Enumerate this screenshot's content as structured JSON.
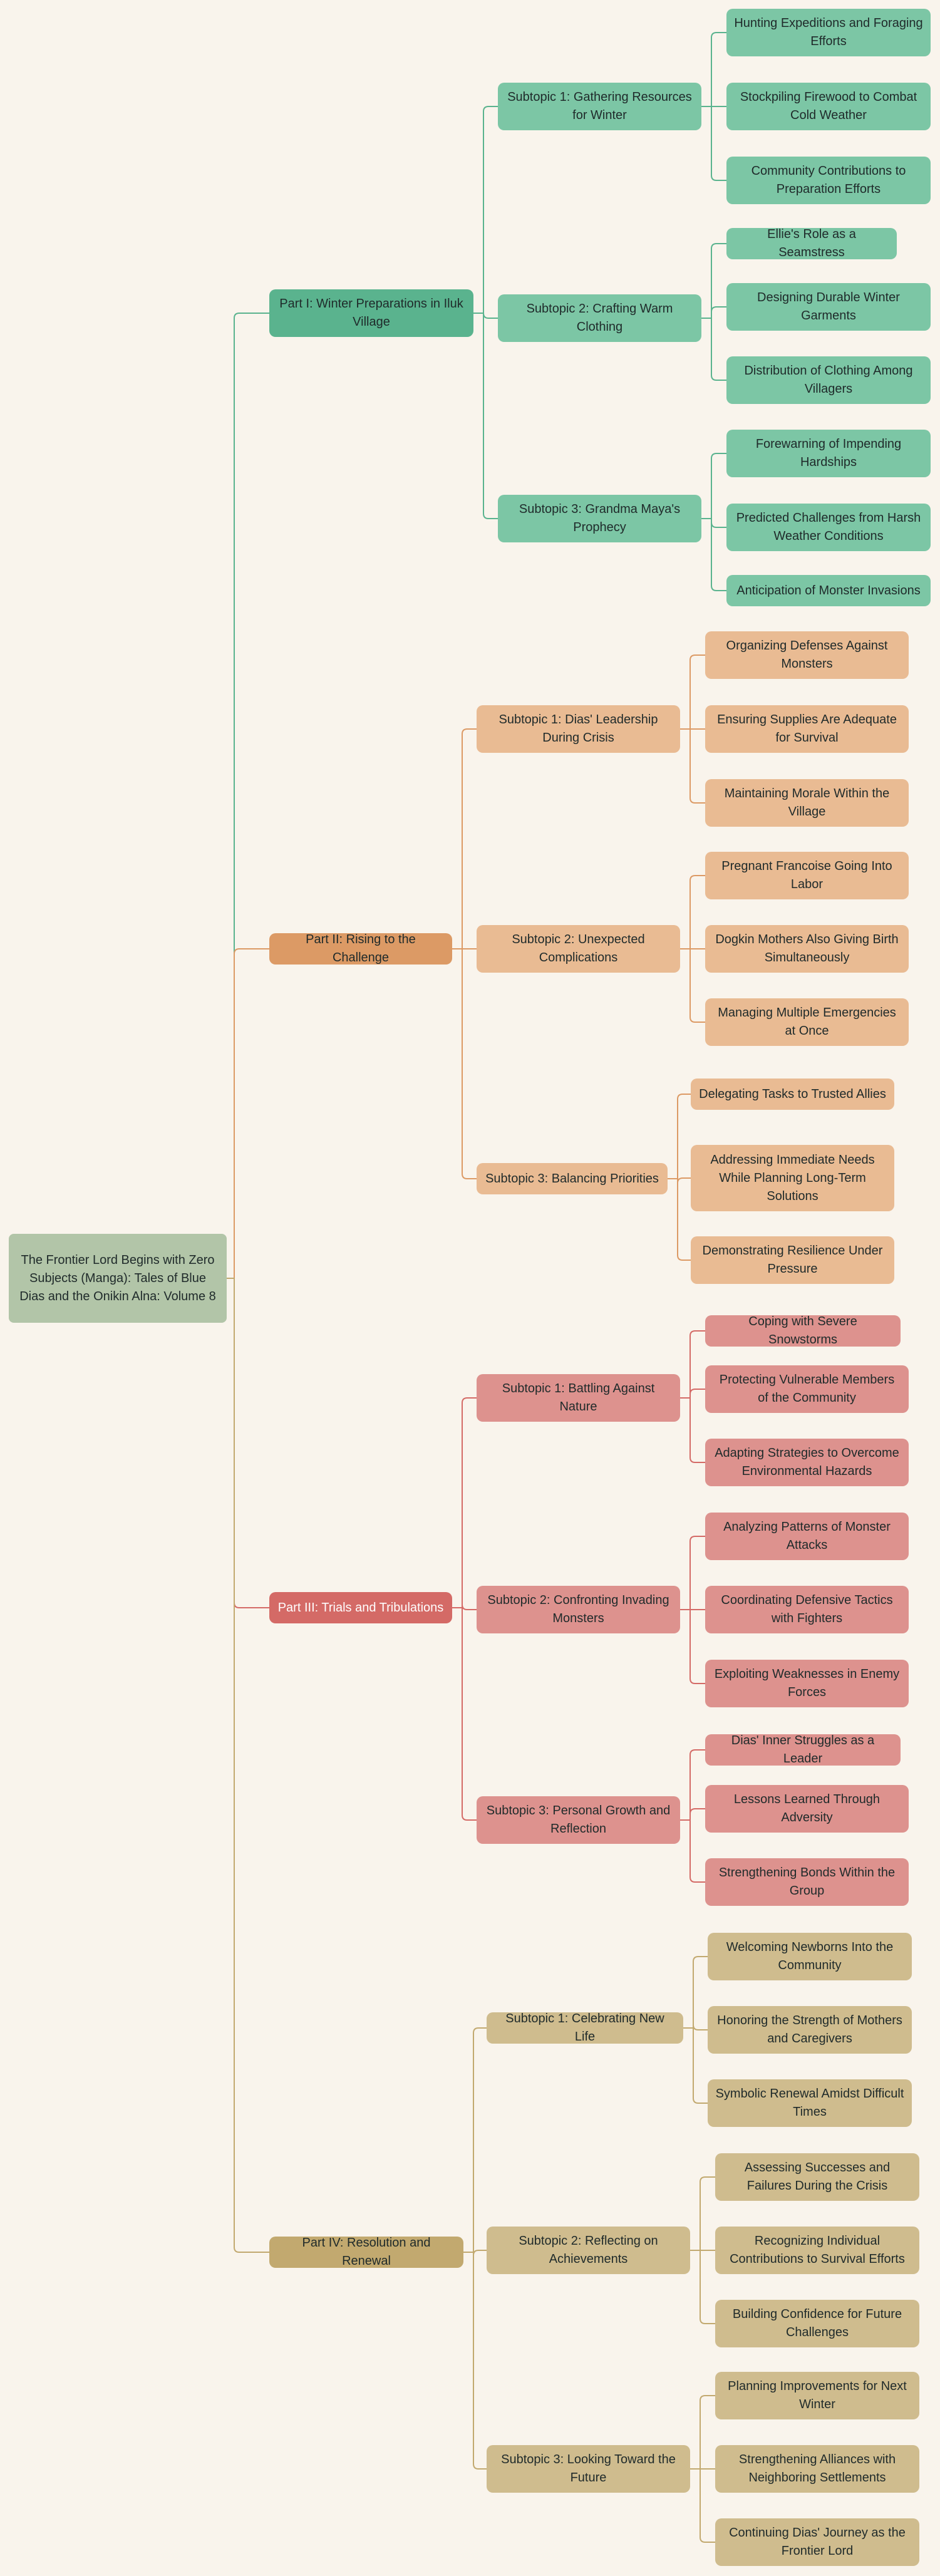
{
  "root": "The Frontier Lord Begins with Zero Subjects (Manga): Tales of Blue Dias and the Onikin Alna: Volume 8",
  "parts": [
    {
      "label": "Part I: Winter Preparations in Iluk Village",
      "colors": {
        "part": "#5ab38e",
        "sub": "#7cc6a5",
        "leaf": "#7cc6a5",
        "line": "#5ab38e",
        "partText": "#1f2a2a"
      },
      "subtopics": [
        {
          "label": "Subtopic 1: Gathering Resources for Winter",
          "items": [
            "Hunting Expeditions and Foraging Efforts",
            "Stockpiling Firewood to Combat Cold Weather",
            "Community Contributions to Preparation Efforts"
          ]
        },
        {
          "label": "Subtopic 2: Crafting Warm Clothing",
          "items": [
            "Ellie's Role as a Seamstress",
            "Designing Durable Winter Garments",
            "Distribution of Clothing Among Villagers"
          ]
        },
        {
          "label": "Subtopic 3: Grandma Maya's Prophecy",
          "items": [
            "Forewarning of Impending Hardships",
            "Predicted Challenges from Harsh Weather Conditions",
            "Anticipation of Monster Invasions"
          ]
        }
      ]
    },
    {
      "label": "Part II: Rising to the Challenge",
      "colors": {
        "part": "#dc9a65",
        "sub": "#e9bb93",
        "leaf": "#e9bb93",
        "line": "#dc9a65",
        "partText": "#1f2a2a"
      },
      "subtopics": [
        {
          "label": "Subtopic 1: Dias' Leadership During Crisis",
          "items": [
            "Organizing Defenses Against Monsters",
            "Ensuring Supplies Are Adequate for Survival",
            "Maintaining Morale Within the Village"
          ]
        },
        {
          "label": "Subtopic 2: Unexpected Complications",
          "items": [
            "Pregnant Francoise Going Into Labor",
            "Dogkin Mothers Also Giving Birth Simultaneously",
            "Managing Multiple Emergencies at Once"
          ]
        },
        {
          "label": "Subtopic 3: Balancing Priorities",
          "items": [
            "Delegating Tasks to Trusted Allies",
            "Addressing Immediate Needs While Planning Long-Term Solutions",
            "Demonstrating Resilience Under Pressure"
          ]
        }
      ]
    },
    {
      "label": "Part III: Trials and Tribulations",
      "colors": {
        "part": "#d46a66",
        "sub": "#dd928e",
        "leaf": "#dd928e",
        "line": "#d46a66",
        "partText": "#ffffff"
      },
      "subtopics": [
        {
          "label": "Subtopic 1: Battling Against Nature",
          "items": [
            "Coping with Severe Snowstorms",
            "Protecting Vulnerable Members of the Community",
            "Adapting Strategies to Overcome Environmental Hazards"
          ]
        },
        {
          "label": "Subtopic 2: Confronting Invading Monsters",
          "items": [
            "Analyzing Patterns of Monster Attacks",
            "Coordinating Defensive Tactics with Fighters",
            "Exploiting Weaknesses in Enemy Forces"
          ]
        },
        {
          "label": "Subtopic 3: Personal Growth and Reflection",
          "items": [
            "Dias' Inner Struggles as a Leader",
            "Lessons Learned Through Adversity",
            "Strengthening Bonds Within the Group"
          ]
        }
      ]
    },
    {
      "label": "Part IV: Resolution and Renewal",
      "colors": {
        "part": "#c2a96f",
        "sub": "#cfbc8e",
        "leaf": "#cfbc8e",
        "line": "#c2a96f",
        "partText": "#1f2a2a"
      },
      "subtopics": [
        {
          "label": "Subtopic 1: Celebrating New Life",
          "items": [
            "Welcoming Newborns Into the Community",
            "Honoring the Strength of Mothers and Caregivers",
            "Symbolic Renewal Amidst Difficult Times"
          ]
        },
        {
          "label": "Subtopic 2: Reflecting on Achievements",
          "items": [
            "Assessing Successes and Failures During the Crisis",
            "Recognizing Individual Contributions to Survival Efforts",
            "Building Confidence for Future Challenges"
          ]
        },
        {
          "label": "Subtopic 3: Looking Toward the Future",
          "items": [
            "Planning Improvements for Next Winter",
            "Strengthening Alliances with Neighboring Settlements",
            "Continuing Dias' Journey as the Frontier Lord"
          ]
        }
      ]
    }
  ],
  "root_color": "#b2c5a8"
}
